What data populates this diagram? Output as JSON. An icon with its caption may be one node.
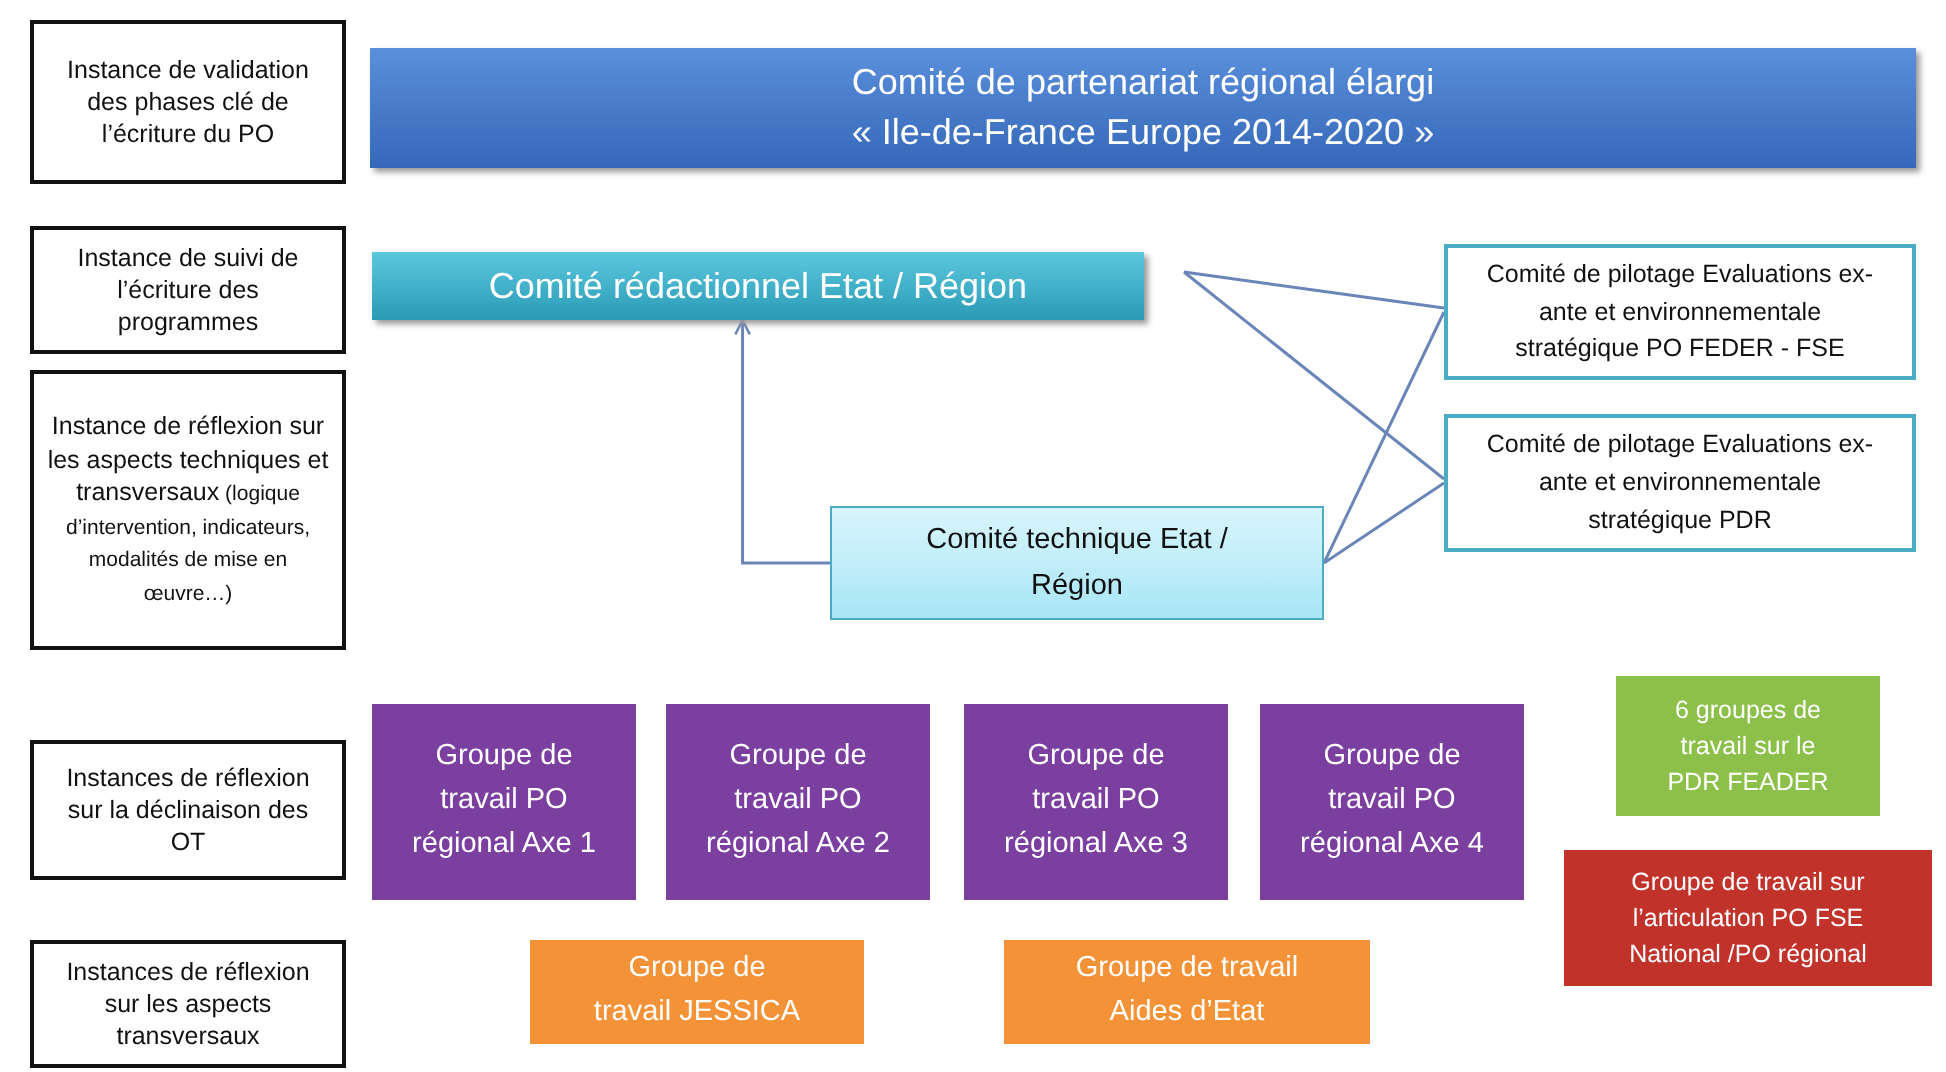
{
  "diagram": {
    "nodes": [
      {
        "text": [
          "Instance de validation des phases clé de l’écriture du PO"
        ]
      },
      {
        "text": [
          "Comité de partenariat régional élargi",
          "« Ile-de-France Europe 2014-2020 »"
        ]
      },
      {
        "text": [
          "Instance de suivi de l’écriture des programmes"
        ]
      },
      {
        "text": [
          "Comité rédactionnel Etat / Région"
        ]
      },
      {
        "text": [
          "Comité de pilotage Evaluations ex-ante et environnementale stratégique PO FEDER - FSE"
        ]
      },
      {
        "text": [
          "Instance de réflexion sur les aspects techniques et transversaux",
          "(logique d’intervention, indicateurs, modalités de mise en œuvre…)"
        ]
      },
      {
        "text": [
          "Comité de pilotage Evaluations ex-ante et environnementale stratégique PDR"
        ]
      },
      {
        "text": [
          "Comité technique Etat / Région"
        ]
      },
      {
        "text": [
          "Instances de réflexion sur la déclinaison des OT"
        ]
      },
      {
        "text": [
          "Groupe de travail PO régional Axe 1"
        ]
      },
      {
        "text": [
          "Groupe de travail PO régional Axe 2"
        ]
      },
      {
        "text": [
          "Groupe de travail PO régional Axe 3"
        ]
      },
      {
        "text": [
          "Groupe de travail PO régional Axe 4"
        ]
      },
      {
        "text": [
          "6 groupes de travail sur le PDR FEADER"
        ]
      },
      {
        "text": [
          "Groupe de travail sur l’articulation PO FSE National /PO régional"
        ]
      },
      {
        "text": [
          "Instances de réflexion sur les aspects transversaux"
        ]
      },
      {
        "text": [
          "Groupe de travail JESSICA"
        ]
      },
      {
        "text": [
          "Groupe de travail Aides d’Etat"
        ]
      }
    ],
    "edges": [
      {
        "from": 7,
        "to": 3,
        "arrow": "to"
      },
      {
        "from": 3,
        "to": 4,
        "arrow": "none"
      },
      {
        "from": 3,
        "to": 6,
        "arrow": "none"
      },
      {
        "from": 7,
        "to": 4,
        "arrow": "none"
      },
      {
        "from": 7,
        "to": 6,
        "arrow": "none"
      }
    ]
  }
}
